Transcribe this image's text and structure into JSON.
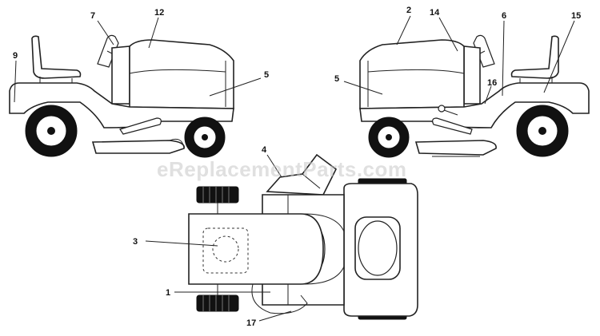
{
  "watermark": "eReplacementParts.com",
  "callouts": {
    "c1": "1",
    "c2": "2",
    "c3": "3",
    "c4": "4",
    "c5a": "5",
    "c5b": "5",
    "c6": "6",
    "c7": "7",
    "c9": "9",
    "c12": "12",
    "c14": "14",
    "c15": "15",
    "c16": "16",
    "c17": "17"
  }
}
